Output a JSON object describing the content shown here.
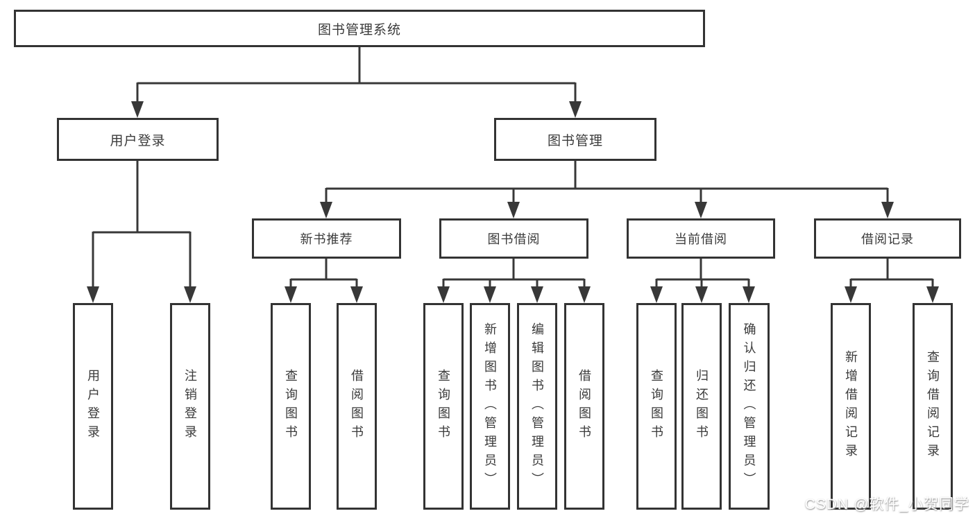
{
  "diagram": {
    "type": "org-hierarchy",
    "root": {
      "label": "图书管理系统"
    },
    "level2": [
      {
        "label": "用户登录"
      },
      {
        "label": "图书管理"
      }
    ],
    "level3": [
      {
        "label": "新书推荐"
      },
      {
        "label": "图书借阅"
      },
      {
        "label": "当前借阅"
      },
      {
        "label": "借阅记录"
      }
    ],
    "level4": {
      "user_login": [
        {
          "label": "用户登录"
        },
        {
          "label": "注销登录"
        }
      ],
      "new_book": [
        {
          "label": "查询图书"
        },
        {
          "label": "借阅图书"
        }
      ],
      "book_borrow": [
        {
          "label": "查询图书"
        },
        {
          "label": "新增图书（管理员）"
        },
        {
          "label": "编辑图书（管理员）"
        },
        {
          "label": "借阅图书"
        }
      ],
      "current_borrow": [
        {
          "label": "查询图书"
        },
        {
          "label": "归还图书"
        },
        {
          "label": "确认归还（管理员）"
        }
      ],
      "records": [
        {
          "label": "新增借阅记录"
        },
        {
          "label": "查询借阅记录"
        }
      ]
    }
  },
  "watermark": {
    "text": "CSDN @软件_小贺同学"
  },
  "colors": {
    "line": "#383838",
    "box_border": "#333333",
    "text": "#3a3a3a",
    "background": "#ffffff",
    "watermark_text": "#ffffff"
  }
}
